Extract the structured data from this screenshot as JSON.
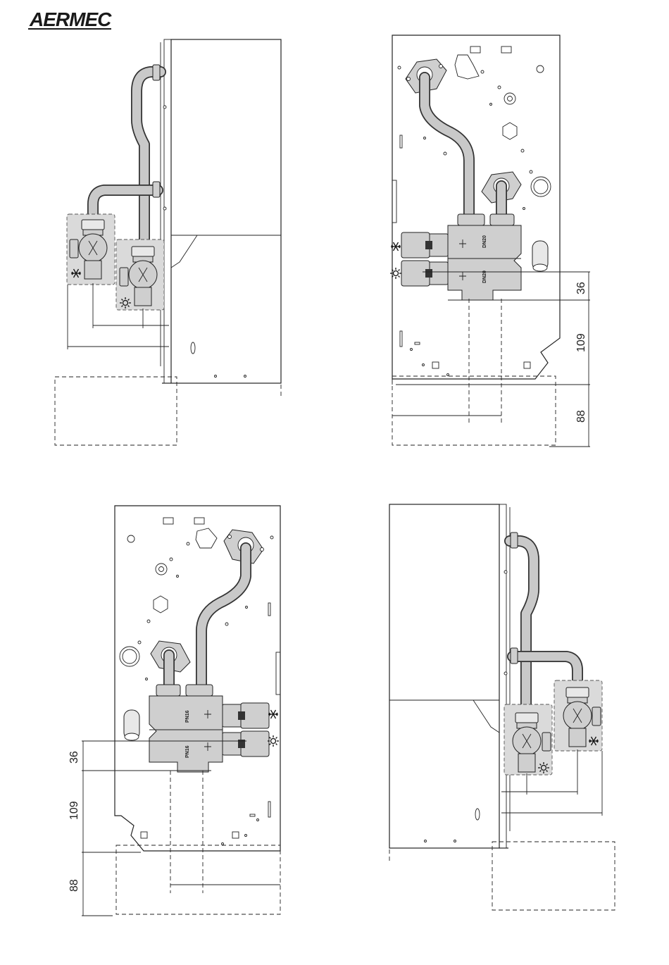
{
  "brand": {
    "logo_text": "AERMEC"
  },
  "views": [
    {
      "id": "top-left",
      "symbols": [
        "cooling",
        "heating"
      ]
    },
    {
      "id": "top-right",
      "valve_labels": [
        "DN20",
        "DN20"
      ],
      "dimensions": {
        "d1": "36",
        "d2": "109",
        "d3": "88"
      }
    },
    {
      "id": "bottom-left",
      "valve_labels": [
        "PN16",
        "PN16"
      ],
      "dimensions": {
        "d1": "36",
        "d2": "109",
        "d3": "88"
      }
    },
    {
      "id": "bottom-right",
      "symbols": [
        "heating",
        "cooling"
      ]
    }
  ],
  "colors": {
    "line": "#222222",
    "pipe_fill": "#c9c9c9",
    "valve_zone": "#dadada"
  }
}
